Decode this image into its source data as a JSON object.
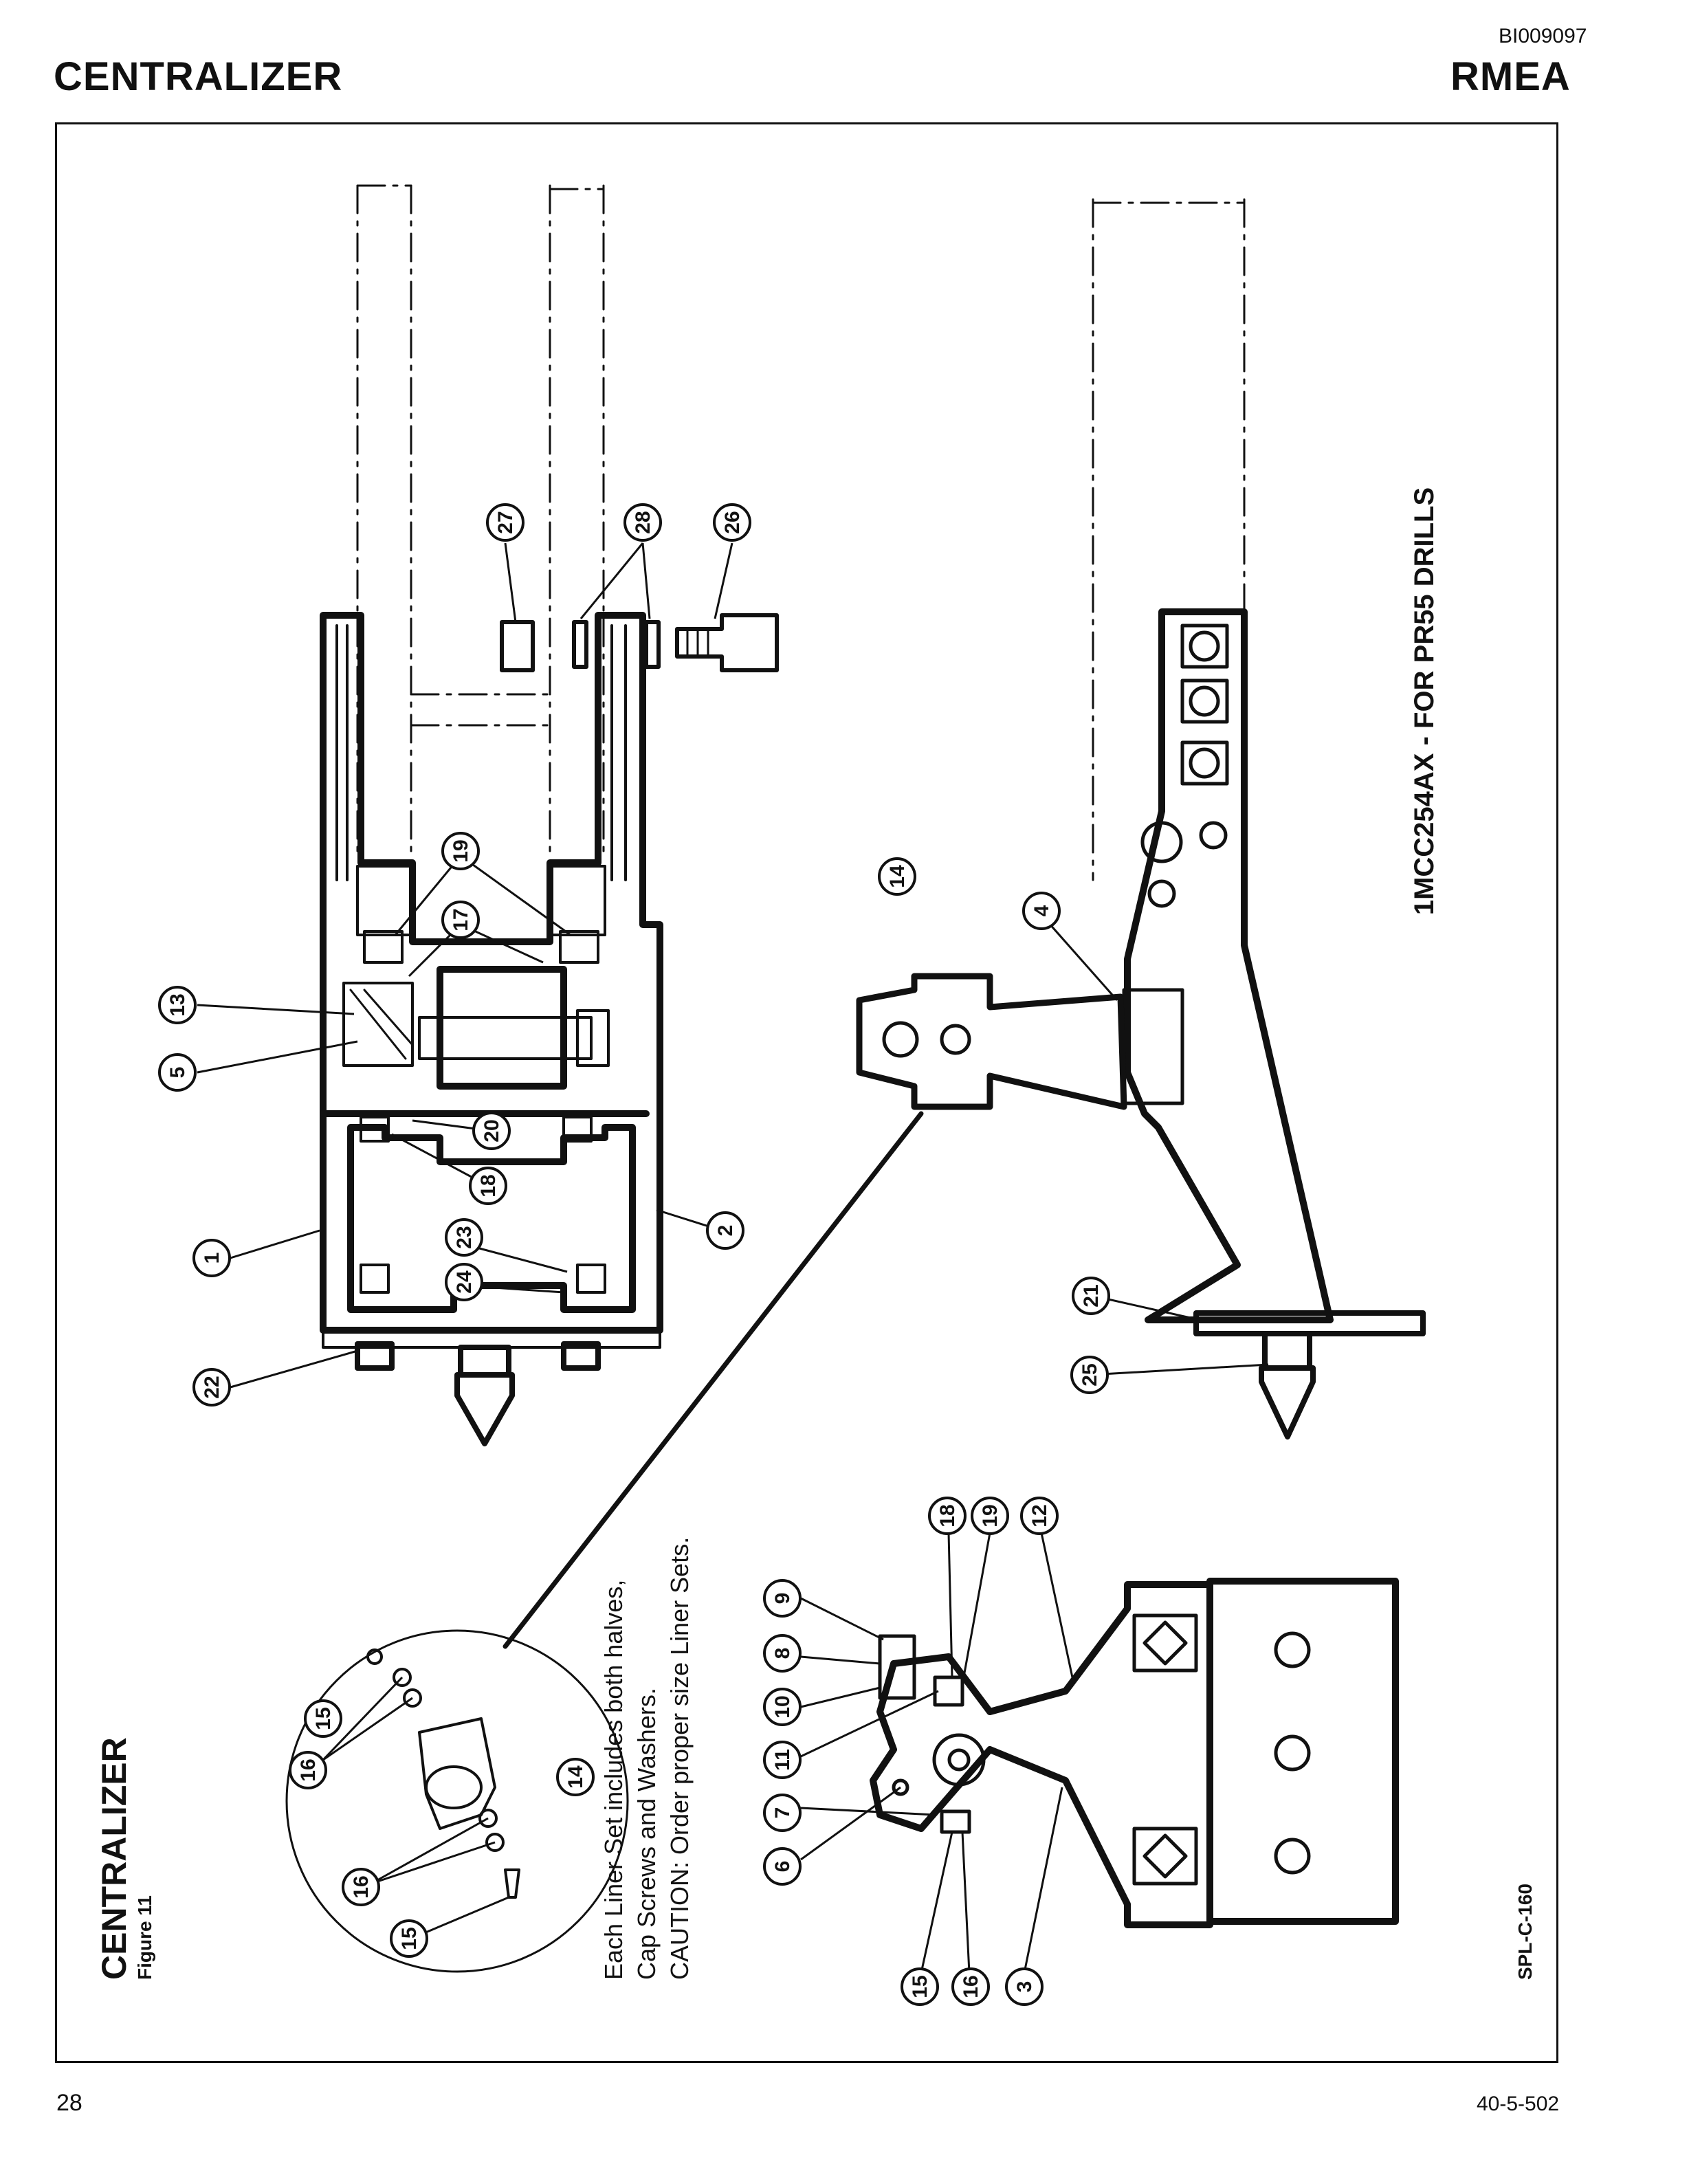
{
  "header": {
    "doc_id": "BI009097",
    "title_left": "CENTRALIZER",
    "title_right": "RMEA"
  },
  "figure": {
    "title": "CENTRALIZER",
    "label": "Figure 11",
    "model": "1MCC254AX - FOR PR55 DRILLS",
    "note_lines": [
      "Each Liner Set includes both halves,",
      "Cap Screws and Washers.",
      "CAUTION: Order proper size Liner Sets."
    ],
    "ref_code": "SPL-C-160",
    "callouts": {
      "c27": "27",
      "c28": "28",
      "c26": "26",
      "c19": "19",
      "c17": "17",
      "c13": "13",
      "c5": "5",
      "c20": "20",
      "c18": "18",
      "c23": "23",
      "c24": "24",
      "c1": "1",
      "c2": "2",
      "c22": "22",
      "c14": "14",
      "c4": "4",
      "c21": "21",
      "c25": "25",
      "b9": "9",
      "b8": "8",
      "b18": "18",
      "b19": "19",
      "b12": "12",
      "b10": "10",
      "b11": "11",
      "b7": "7",
      "b6": "6",
      "b15": "15",
      "b16": "16",
      "b3": "3",
      "d16a": "16",
      "d15a": "15",
      "d14": "14",
      "d16b": "16",
      "d15b": "15"
    }
  },
  "footer": {
    "page_number": "28",
    "doc_number": "40-5-502"
  }
}
